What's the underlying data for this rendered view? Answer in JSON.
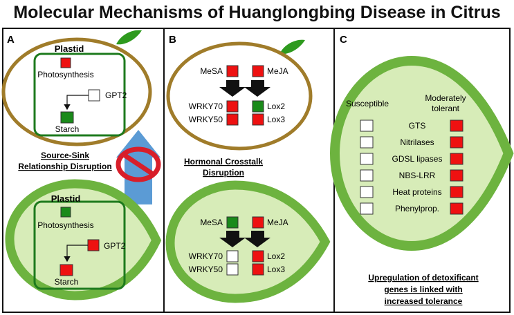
{
  "title": "Molecular Mechanisms of Huanglongbing Disease in Citrus",
  "colors": {
    "red": "#ee1111",
    "green": "#1a8a1a",
    "leaf": "#6db33f",
    "leaf_fill": "#d7ecb8",
    "fruit": "#a07c2a",
    "arrow": "#5b9bd5"
  },
  "panel_a": {
    "letter": "A",
    "top": {
      "organelle": "Plastid",
      "photosynthesis": "Photosynthesis",
      "gpt2": "GPT2",
      "starch": "Starch"
    },
    "caption": [
      "Source-Sink",
      "Relationship Disruption"
    ],
    "bottom": {
      "organelle": "Plastid",
      "photosynthesis": "Photosynthesis",
      "gpt2": "GPT2",
      "starch": "Starch"
    }
  },
  "panel_b": {
    "letter": "B",
    "top": {
      "mesa": "MeSA",
      "meja": "MeJA",
      "wrky70": "WRKY70",
      "wrky50": "WRKY50",
      "lox2": "Lox2",
      "lox3": "Lox3"
    },
    "caption": [
      "Hormonal Crosstalk",
      "Disruption"
    ],
    "bottom": {
      "mesa": "MeSA",
      "meja": "MeJA",
      "wrky70": "WRKY70",
      "wrky50": "WRKY50",
      "lox2": "Lox2",
      "lox3": "Lox3"
    }
  },
  "panel_c": {
    "letter": "C",
    "susceptible": "Susceptible",
    "tolerant": [
      "Moderately",
      "tolerant"
    ],
    "genes": [
      "GTS",
      "Nitrilases",
      "GDSL lipases",
      "NBS-LRR",
      "Heat proteins",
      "Phenylprop."
    ],
    "caption": [
      "Upregulation of detoxificant",
      "genes is linked with",
      "increased tolerance"
    ]
  }
}
